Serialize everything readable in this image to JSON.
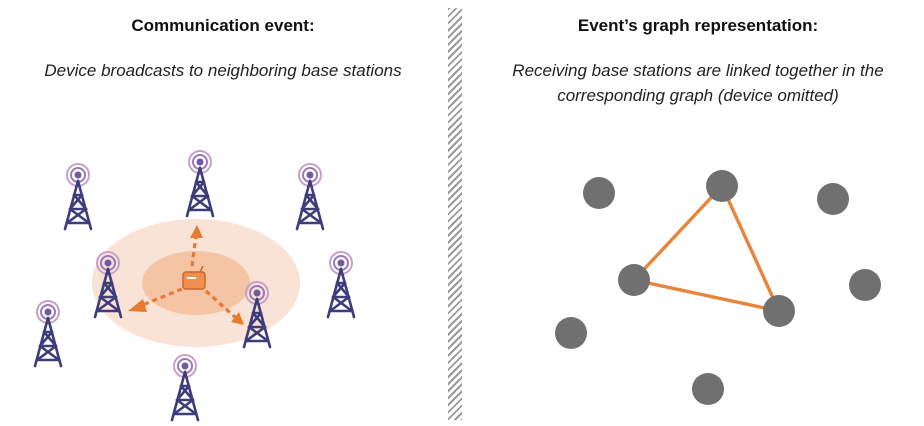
{
  "left": {
    "title": "Communication event:",
    "subtitle": "Device broadcasts to neighboring base stations"
  },
  "right": {
    "title": "Event’s graph representation:",
    "subtitle_line1": "Receiving base stations are linked together in the",
    "subtitle_line2": "corresponding graph (device omitted)"
  },
  "colors": {
    "tower": "#3d3d7a",
    "signal_ring": "#c7a0c7",
    "signal_dot": "#8a6aa8",
    "broadcast_outer": "#f9e3d6",
    "broadcast_inner": "#f4c4a4",
    "arrow": "#e57a30",
    "device": "#f0904f",
    "node": "#707070",
    "edge": "#e8843c"
  }
}
